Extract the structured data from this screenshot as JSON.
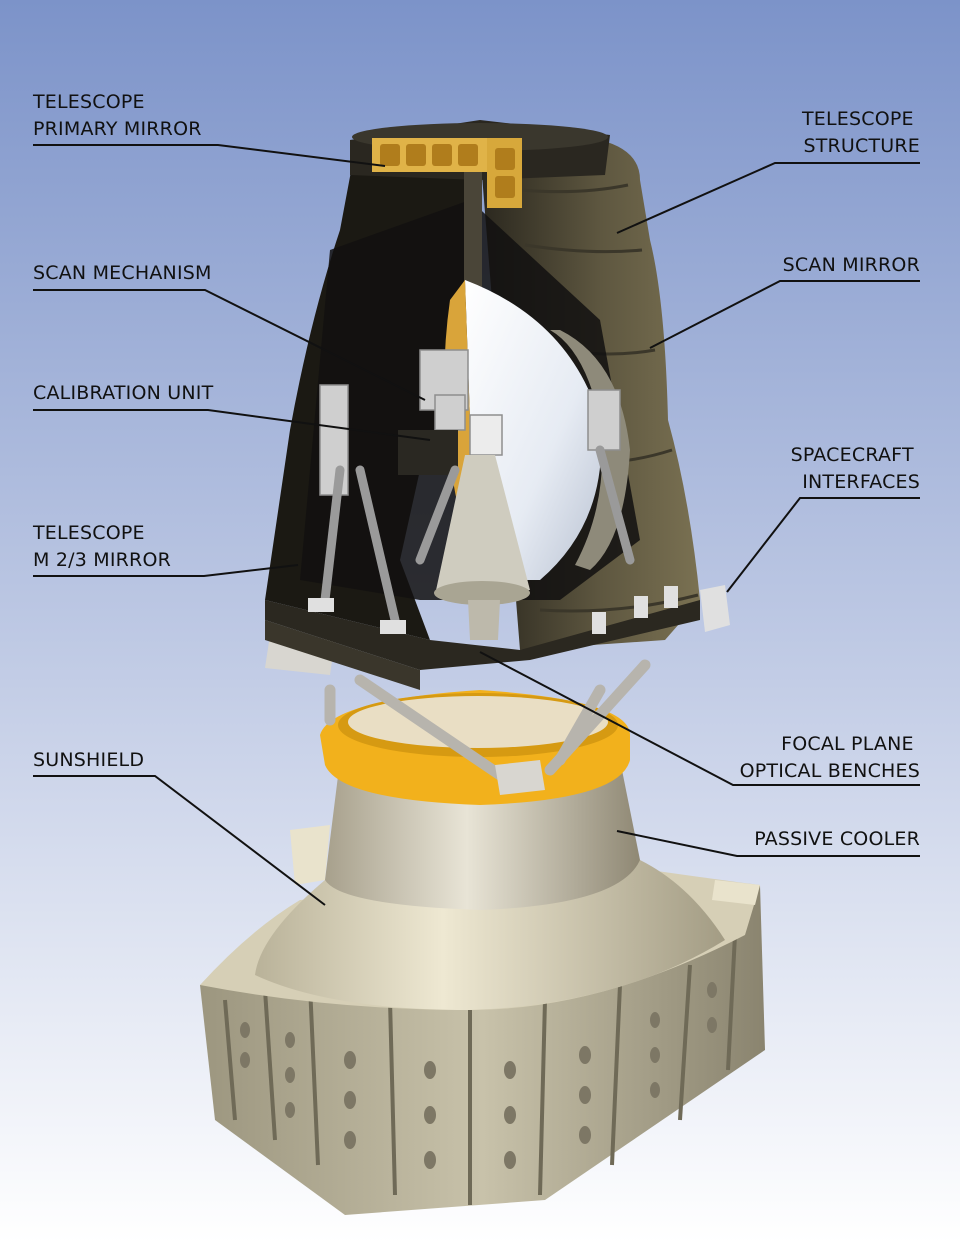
{
  "colors": {
    "background_top": "#7c93c9",
    "background_bottom": "#ffffff",
    "structure_dark": "#1b1913",
    "structure_olive": "#6c6448",
    "mirror_gold": "#e0b348",
    "mirror_white": "#f4f6fa",
    "cooler_silver": "#c9c3b0",
    "sunshield_beige": "#e3dcc3",
    "ring_gold": "#f2b11c",
    "leader_line": "#111111"
  },
  "labels": [
    {
      "id": "telescope-primary-mirror",
      "lines": [
        "TELESCOPE",
        "PRIMARY MIRROR"
      ]
    },
    {
      "id": "scan-mechanism",
      "lines": [
        "SCAN MECHANISM"
      ]
    },
    {
      "id": "calibration-unit",
      "lines": [
        "CALIBRATION UNIT"
      ]
    },
    {
      "id": "telescope-m23-mirror",
      "lines": [
        "TELESCOPE",
        "M 2/3 MIRROR"
      ]
    },
    {
      "id": "sunshield",
      "lines": [
        "SUNSHIELD"
      ]
    },
    {
      "id": "telescope-structure",
      "lines": [
        "TELESCOPE",
        "STRUCTURE"
      ]
    },
    {
      "id": "scan-mirror",
      "lines": [
        "SCAN MIRROR"
      ]
    },
    {
      "id": "spacecraft-interfaces",
      "lines": [
        "SPACECRAFT",
        "INTERFACES"
      ]
    },
    {
      "id": "focal-plane-optical-benches",
      "lines": [
        "FOCAL PLANE",
        "OPTICAL BENCHES"
      ]
    },
    {
      "id": "passive-cooler",
      "lines": [
        "PASSIVE COOLER"
      ]
    }
  ]
}
